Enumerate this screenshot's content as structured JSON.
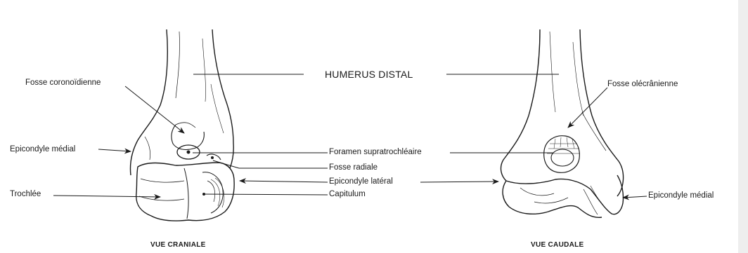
{
  "title": "HUMERUS DISTAL",
  "views": {
    "cranial": {
      "caption": "VUE CRANIALE",
      "labels": {
        "fosse_coronoidienne": "Fosse coronoïdienne",
        "epicondyle_medial": "Epicondyle médial",
        "trochlee": "Trochlée"
      }
    },
    "caudal": {
      "caption": "VUE CAUDALE",
      "labels": {
        "fosse_olecranienne": "Fosse olécrânienne",
        "epicondyle_medial": "Epicondyle médial"
      }
    }
  },
  "center_labels": {
    "foramen": "Foramen supratrochléaire",
    "fosse_radiale": "Fosse radiale",
    "epicondyle_lateral": "Epicondyle latéral",
    "capitulum": "Capitulum"
  },
  "colors": {
    "ink": "#1a1a1a",
    "paper": "#ffffff",
    "edge": "#eeeeee"
  }
}
